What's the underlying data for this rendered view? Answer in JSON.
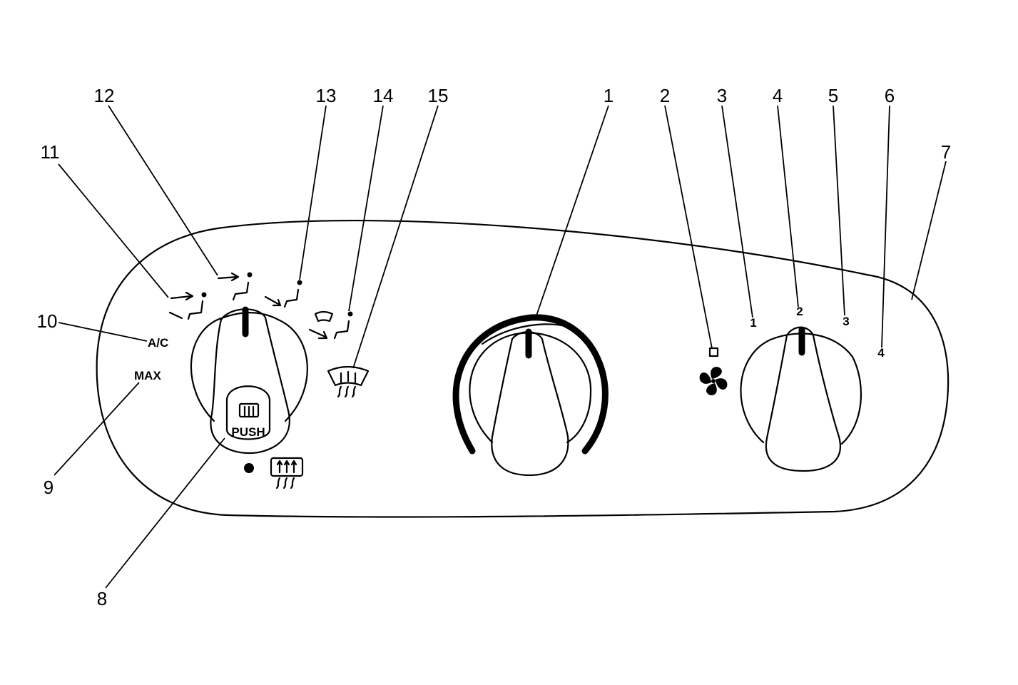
{
  "callouts": {
    "c1": "1",
    "c2": "2",
    "c3": "3",
    "c4": "4",
    "c5": "5",
    "c6": "6",
    "c7": "7",
    "c8": "8",
    "c9": "9",
    "c10": "10",
    "c11": "11",
    "c12": "12",
    "c13": "13",
    "c14": "14",
    "c15": "15"
  },
  "panel_labels": {
    "ac": "A/C",
    "max": "MAX",
    "push": "PUSH"
  },
  "fan_speeds": {
    "s1": "1",
    "s2": "2",
    "s3": "3",
    "s4": "4"
  },
  "icons": {
    "mode_knob": "mode-selector-knob",
    "temp_knob": "temperature-knob",
    "fan_knob": "fan-speed-knob",
    "fan": "fan-icon",
    "rear_defrost": "rear-defrost-icon",
    "windshield_defrost": "windshield-defrost-icon",
    "occupant": "seated-occupant-icon",
    "airflow": "airflow-arrow-icon"
  }
}
